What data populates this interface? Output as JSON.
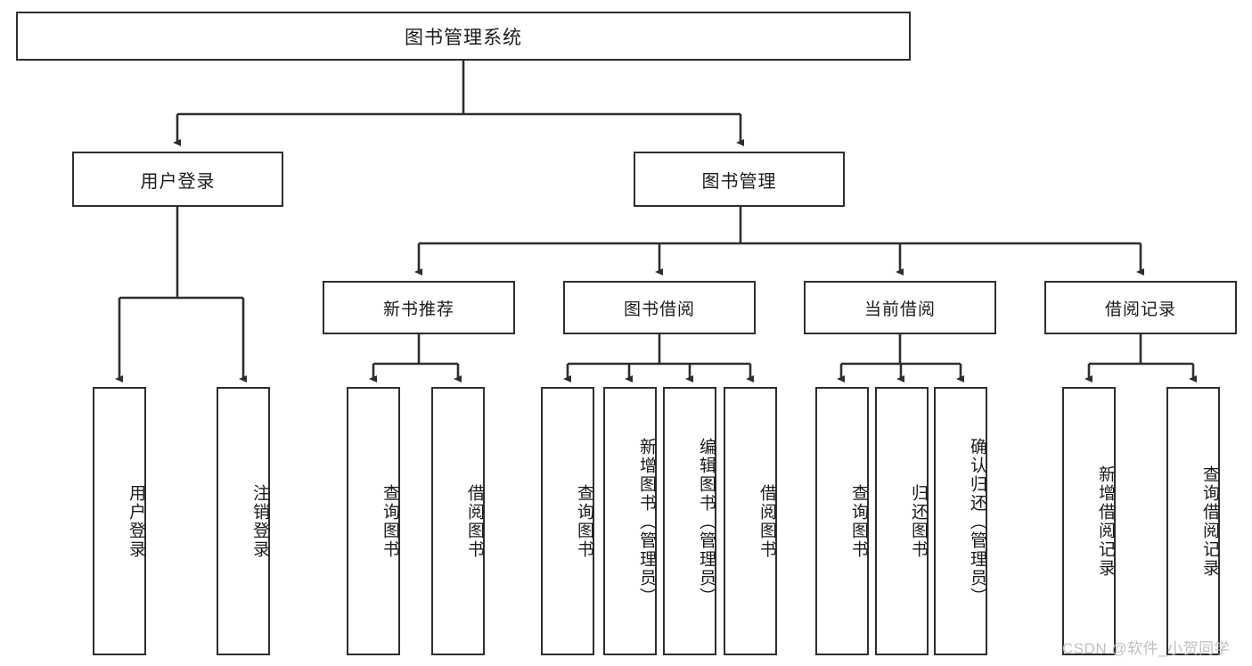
{
  "diagram": {
    "title": "图书管理系统",
    "type": "功能结构图",
    "root": {
      "label": "图书管理系统"
    },
    "level2": [
      {
        "id": "user-login",
        "label": "用户登录"
      },
      {
        "id": "book-management",
        "label": "图书管理"
      }
    ],
    "level3": [
      {
        "id": "new-book-recommend",
        "label": "新书推荐",
        "parent": "book-management"
      },
      {
        "id": "book-borrow",
        "label": "图书借阅",
        "parent": "book-management"
      },
      {
        "id": "current-borrow",
        "label": "当前借阅",
        "parent": "book-management"
      },
      {
        "id": "borrow-record",
        "label": "借阅记录",
        "parent": "book-management"
      }
    ],
    "leaves": [
      {
        "id": "leaf-user-login",
        "label": "用户登录",
        "parent": "user-login"
      },
      {
        "id": "leaf-user-logout",
        "label": "注销登录",
        "parent": "user-login"
      },
      {
        "id": "leaf-query-book-1",
        "label": "查询图书",
        "parent": "new-book-recommend"
      },
      {
        "id": "leaf-borrow-book-1",
        "label": "借阅图书",
        "parent": "new-book-recommend"
      },
      {
        "id": "leaf-query-book-2",
        "label": "查询图书",
        "parent": "book-borrow"
      },
      {
        "id": "leaf-add-book",
        "label": "新增图书（管理员）",
        "parent": "book-borrow"
      },
      {
        "id": "leaf-edit-book",
        "label": "编辑图书（管理员）",
        "parent": "book-borrow"
      },
      {
        "id": "leaf-borrow-book-2",
        "label": "借阅图书",
        "parent": "book-borrow"
      },
      {
        "id": "leaf-query-book-3",
        "label": "查询图书",
        "parent": "current-borrow"
      },
      {
        "id": "leaf-return-book",
        "label": "归还图书",
        "parent": "current-borrow"
      },
      {
        "id": "leaf-confirm-return",
        "label": "确认归还（管理员）",
        "parent": "current-borrow"
      },
      {
        "id": "leaf-add-record",
        "label": "新增借阅记录",
        "parent": "borrow-record"
      },
      {
        "id": "leaf-query-record",
        "label": "查询借阅记录",
        "parent": "borrow-record"
      }
    ],
    "colors": {
      "background": "#ffffff",
      "box_border": "#2e2e2e",
      "box_fill": "#ffffff",
      "connector": "#2e2e2e",
      "text": "#1a1a1a",
      "watermark": "#bfbfbf"
    }
  },
  "watermark": {
    "text": "CSDN @软件_小贺同学"
  }
}
